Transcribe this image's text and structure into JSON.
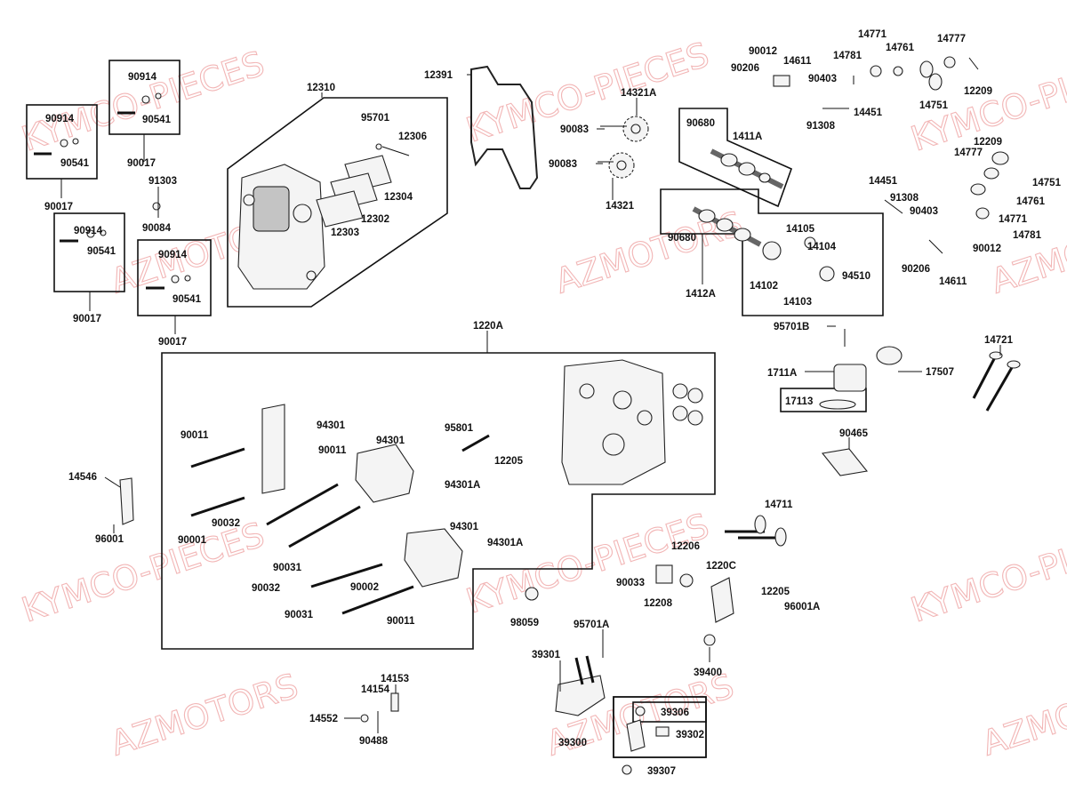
{
  "watermarks": [
    "KYMCO-PIECES",
    "AZMOTORS"
  ],
  "labels": {
    "p12310": "12310",
    "p12391": "12391",
    "p14321A": "14321A",
    "p14321": "14321",
    "p90083a": "90083",
    "p90083b": "90083",
    "p95701": "95701",
    "p12306": "12306",
    "p12304": "12304",
    "p12302": "12302",
    "p12303": "12303",
    "p90914a": "90914",
    "p90541a": "90541",
    "p90017a": "90017",
    "p90914b": "90914",
    "p90541b": "90541",
    "p90017b": "90017",
    "p90914c": "90914",
    "p90541c": "90541",
    "p90017c": "90017",
    "p90914d": "90914",
    "p90541d": "90541",
    "p90017d": "90017",
    "p91303": "91303",
    "p90084": "90084",
    "p90012a": "90012",
    "p90206a": "90206",
    "p14611a": "14611",
    "p14781a": "14781",
    "p14771a": "14771",
    "p14761a": "14761",
    "p14777a": "14777",
    "p12209a": "12209",
    "p90403a": "90403",
    "p14751a": "14751",
    "p91308a": "91308",
    "p14451a": "14451",
    "p90680a": "90680",
    "p1411A": "1411A",
    "p12209b": "12209",
    "p14777b": "14777",
    "p14751b": "14751",
    "p14451b": "14451",
    "p91308b": "91308",
    "p90403b": "90403",
    "p14761b": "14761",
    "p14771b": "14771",
    "p14781b": "14781",
    "p90012b": "90012",
    "p90206b": "90206",
    "p14611b": "14611",
    "p90680b": "90680",
    "p14105": "14105",
    "p14104": "14104",
    "p14102": "14102",
    "p14103": "14103",
    "p94510": "94510",
    "p1412A": "1412A",
    "p95701B": "95701B",
    "p1711A": "1711A",
    "p17113": "17113",
    "p17507": "17507",
    "p14721": "14721",
    "p90465": "90465",
    "p1220A": "1220A",
    "p90011a": "90011",
    "p94301a": "94301",
    "p90011b": "90011",
    "p94301b": "94301",
    "p95801": "95801",
    "p12205a": "12205",
    "p94301Aa": "94301A",
    "p90001": "90001",
    "p90032a": "90032",
    "p94301c": "94301",
    "p94301Ab": "94301A",
    "p90031a": "90031",
    "p90032b": "90032",
    "p90002": "90002",
    "p90031b": "90031",
    "p90011c": "90011",
    "p14546": "14546",
    "p96001": "96001",
    "p14711": "14711",
    "p12206": "12206",
    "p1220C": "1220C",
    "p90033": "90033",
    "p12208": "12208",
    "p12205b": "12205",
    "p96001A": "96001A",
    "p98059": "98059",
    "p95701A": "95701A",
    "p39301": "39301",
    "p39400": "39400",
    "p14153": "14153",
    "p14154": "14154",
    "p14552": "14552",
    "p90488": "90488",
    "p39306": "39306",
    "p39302": "39302",
    "p39300": "39300",
    "p39307": "39307"
  }
}
